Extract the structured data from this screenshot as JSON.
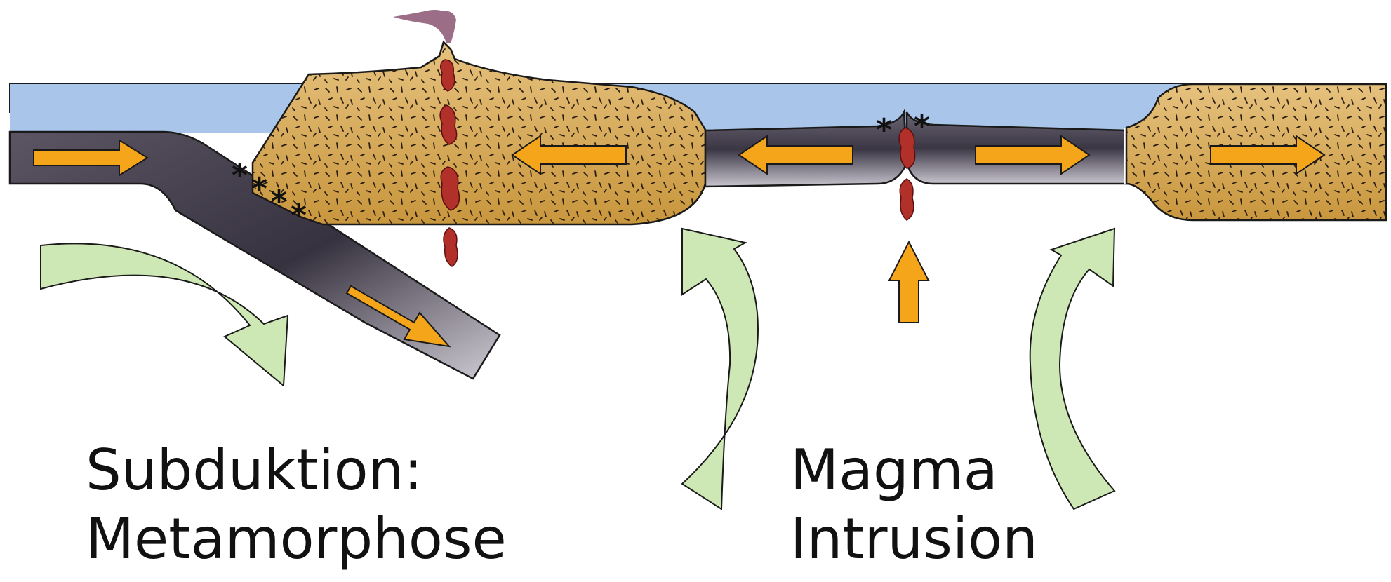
{
  "colors": {
    "ocean": "#a9c6ea",
    "continental_crust": "#d9b163",
    "oceanic_plate": "#4d4756",
    "magma": "#b2302a",
    "motion_arrow": "#f5a51a",
    "convection_arrow": "#cde8b4",
    "volcanic_ash": "#9c6d86",
    "outline": "#1a1a1a"
  },
  "labels": {
    "subduction_line1": "Subduktion:",
    "subduction_line2": "Metamorphose",
    "intrusion_line1": "Magma",
    "intrusion_line2": "Intrusion"
  },
  "icons": {
    "stars": "asterisk-markers",
    "arrows": "plate-motion-arrows",
    "curved_arrows": "mantle-convection-arrows"
  }
}
